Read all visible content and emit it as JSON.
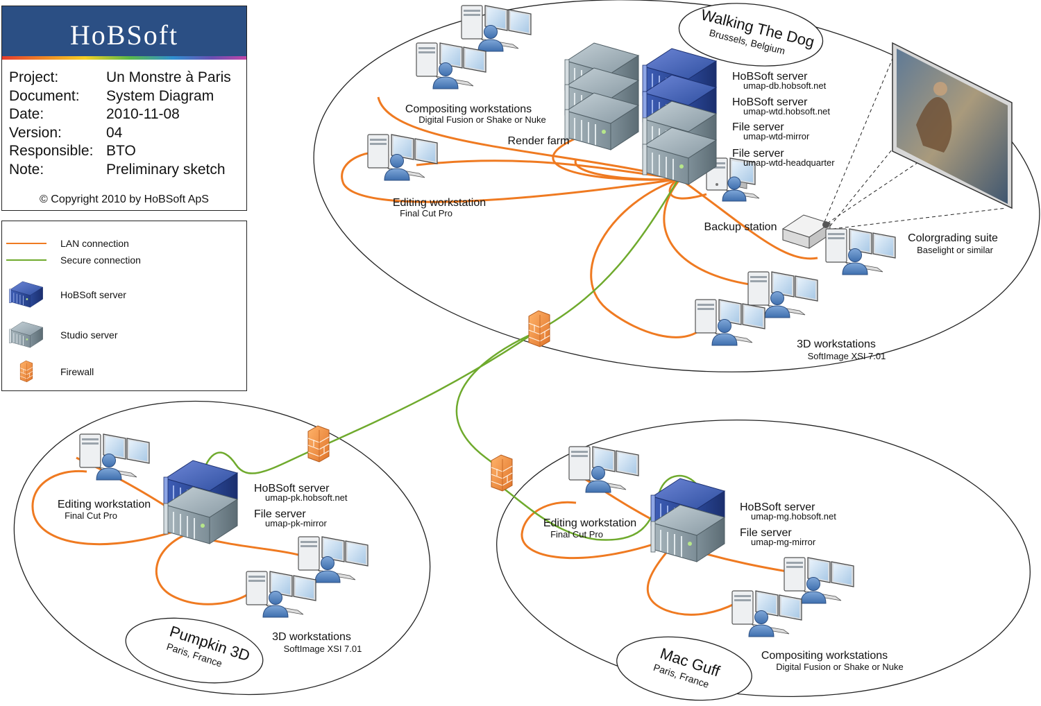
{
  "title_block": {
    "brand": "HoBSoft",
    "rows": [
      {
        "key": "Project:",
        "value": "Un Monstre à Paris"
      },
      {
        "key": "Document:",
        "value": "System Diagram"
      },
      {
        "key": "Date:",
        "value": "2010-11-08"
      },
      {
        "key": "Version:",
        "value": "04"
      },
      {
        "key": "Responsible:",
        "value": "BTO"
      },
      {
        "key": "Note:",
        "value": "Preliminary sketch"
      }
    ],
    "copyright": "© Copyright 2010 by HoBSoft ApS"
  },
  "legend": {
    "lan": "LAN connection",
    "secure": "Secure connection",
    "hobsoft_server": "HoBSoft server",
    "studio_server": "Studio server",
    "firewall": "Firewall"
  },
  "colors": {
    "lan": "#ef7a21",
    "secure": "#6faa2d",
    "hobsoft_server": "#2f4fa0",
    "studio_server": "#7f95a0",
    "firewall": "#f09040",
    "brand": "#2b4f84"
  },
  "sites": {
    "wtd": {
      "name": "Walking The Dog",
      "location": "Brussels, Belgium",
      "compositing": {
        "title": "Compositing workstations",
        "sub": "Digital Fusion or Shake or Nuke"
      },
      "render_farm": "Render farm",
      "editing": {
        "title": "Editing workstation",
        "sub": "Final Cut Pro"
      },
      "servers": [
        {
          "title": "HoBSoft server",
          "host": "umap-db.hobsoft.net"
        },
        {
          "title": "HoBSoft server",
          "host": "umap-wtd.hobsoft.net"
        },
        {
          "title": "File server",
          "host": "umap-wtd-mirror"
        },
        {
          "title": "File server",
          "host": "umap-wtd-headquarter"
        }
      ],
      "backup": "Backup station",
      "colorgrading": {
        "title": "Colorgrading suite",
        "sub": "Baselight or similar"
      },
      "three_d": {
        "title": "3D workstations",
        "sub": "SoftImage XSI 7.01"
      }
    },
    "pk": {
      "name": "Pumpkin 3D",
      "location": "Paris, France",
      "editing": {
        "title": "Editing workstation",
        "sub": "Final Cut Pro"
      },
      "servers": [
        {
          "title": "HoBSoft server",
          "host": "umap-pk.hobsoft.net"
        },
        {
          "title": "File server",
          "host": "umap-pk-mirror"
        }
      ],
      "three_d": {
        "title": "3D workstations",
        "sub": "SoftImage XSI 7.01"
      }
    },
    "mg": {
      "name": "Mac Guff",
      "location": "Paris, France",
      "editing": {
        "title": "Editing workstation",
        "sub": "Final Cut Pro"
      },
      "servers": [
        {
          "title": "HoBSoft server",
          "host": "umap-mg.hobsoft.net"
        },
        {
          "title": "File server",
          "host": "umap-mg-mirror"
        }
      ],
      "compositing": {
        "title": "Compositing workstations",
        "sub": "Digital Fusion or Shake or Nuke"
      }
    }
  }
}
